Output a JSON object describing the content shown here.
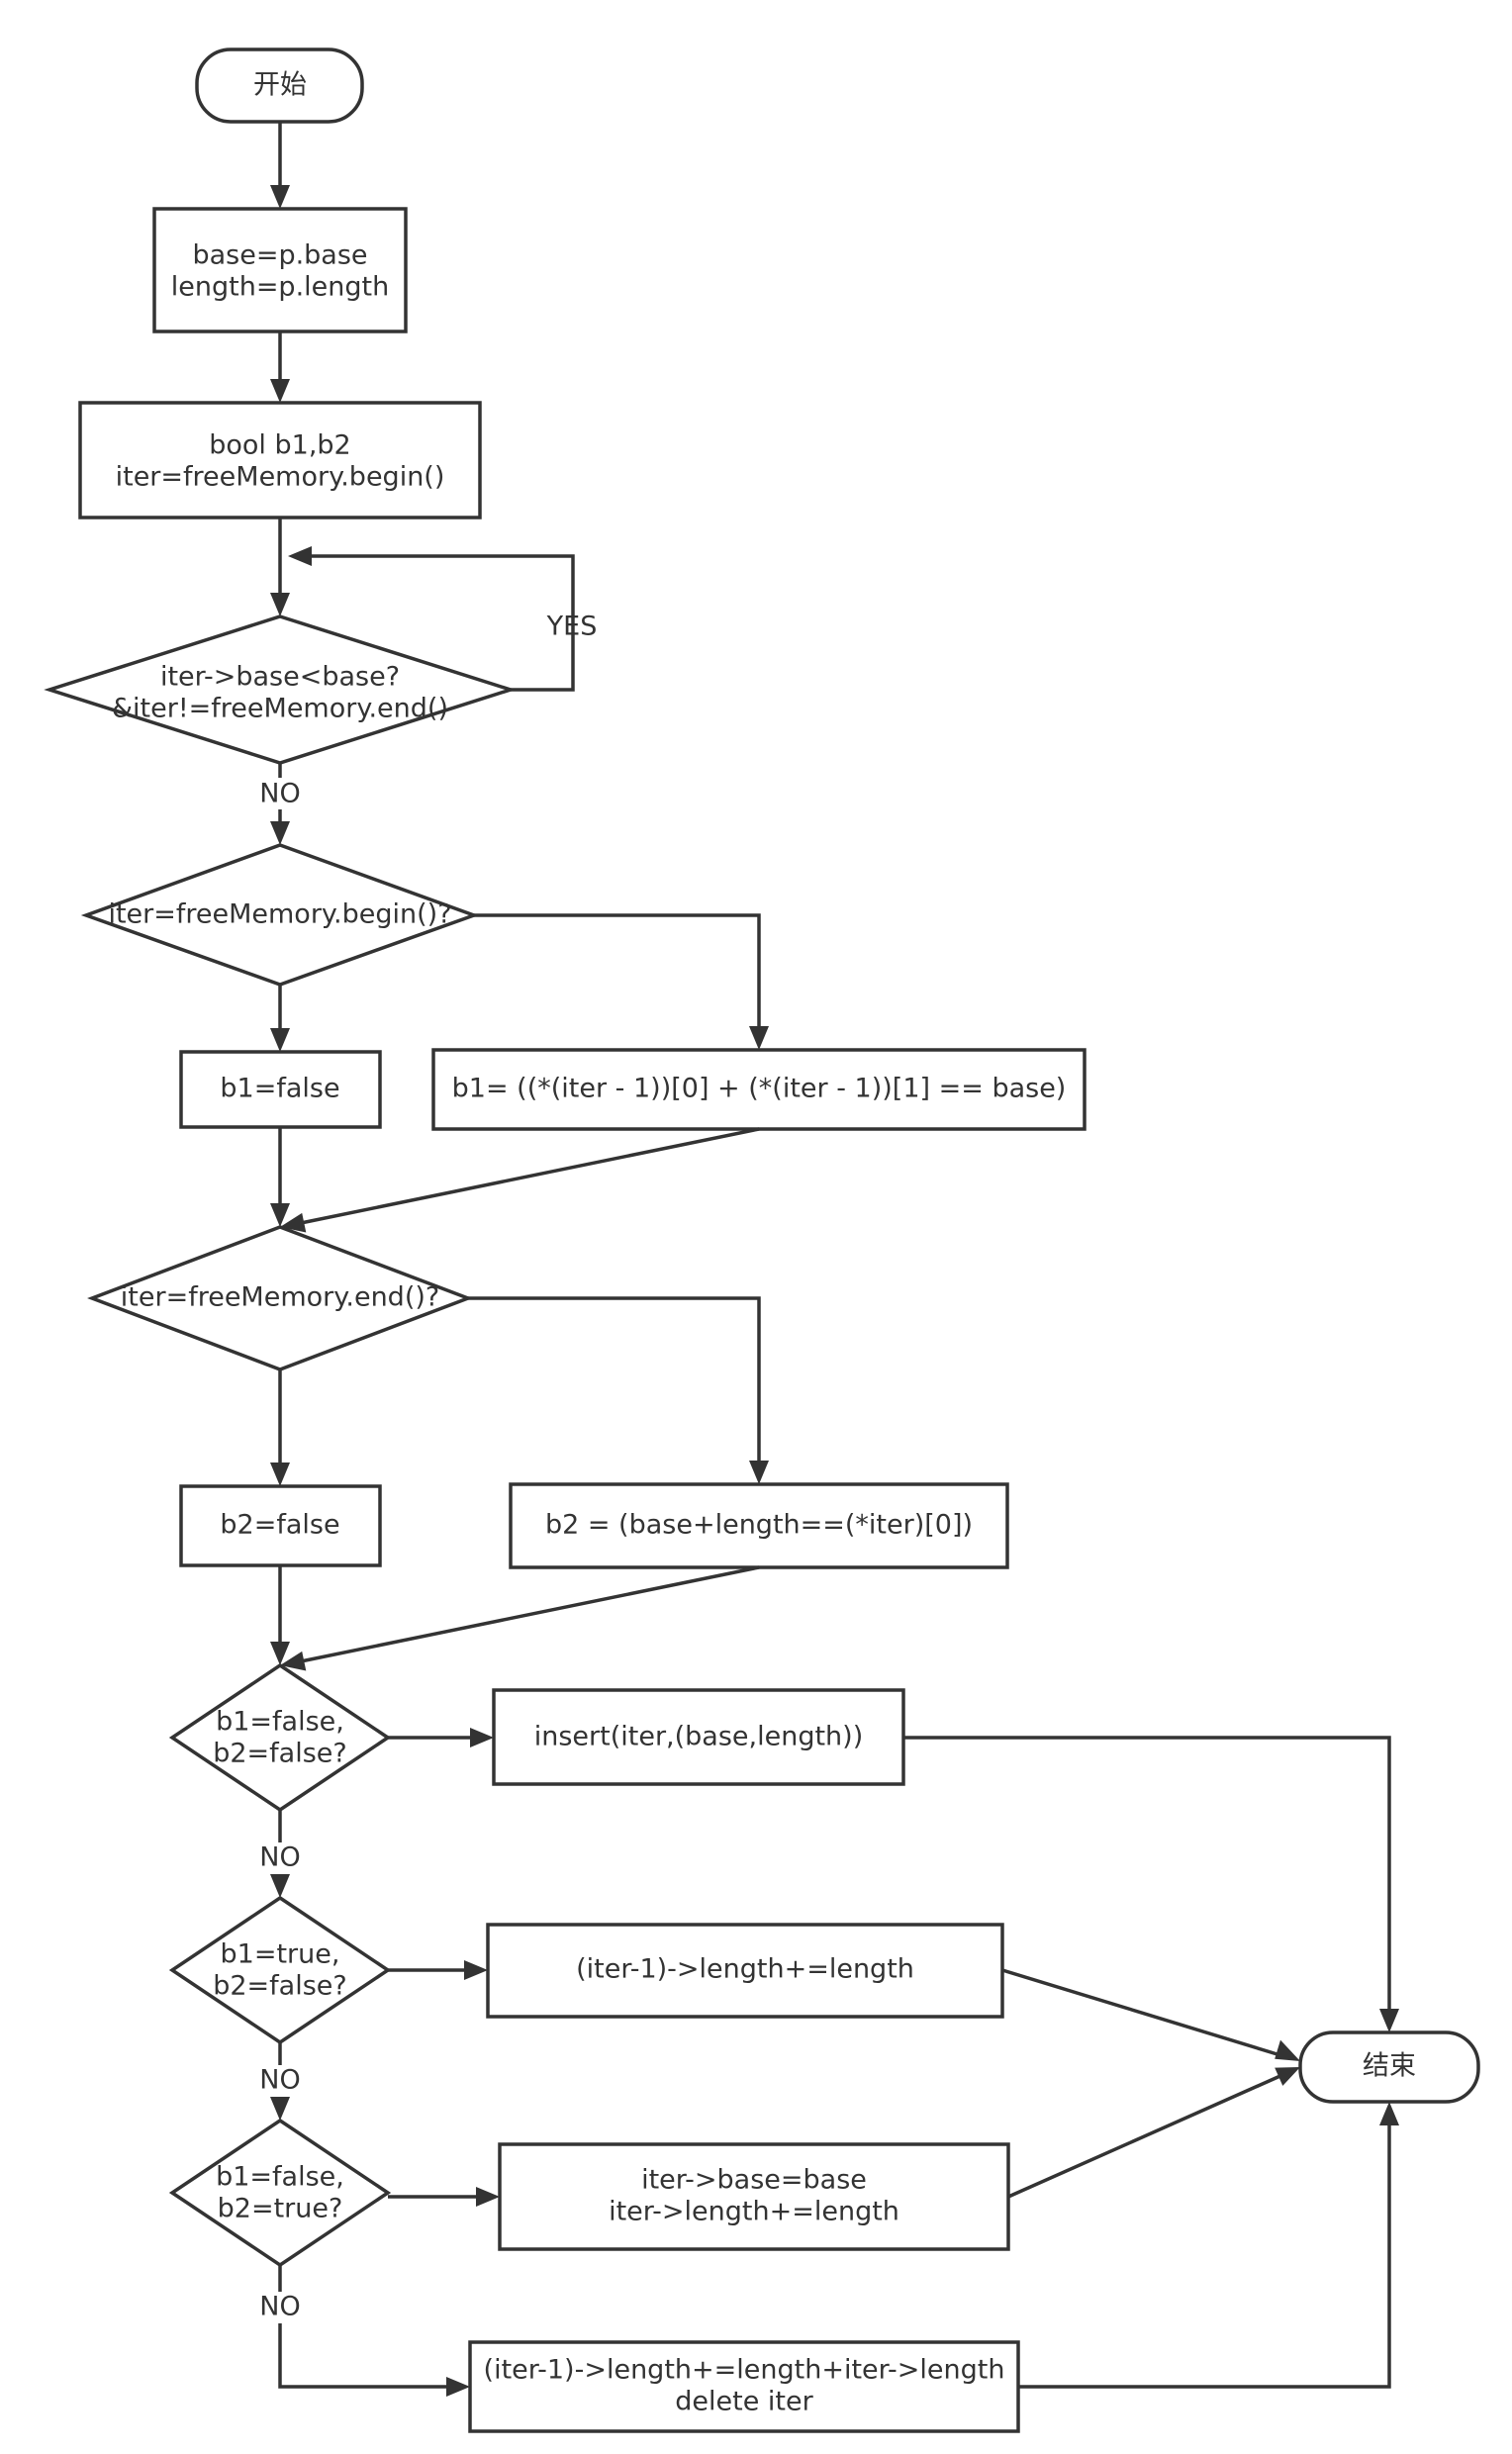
{
  "nodes": {
    "start": "开始",
    "init_base": [
      "base=p.base",
      "length=p.length"
    ],
    "init_iter": [
      "bool  b1,b2",
      "iter=freeMemory.begin()"
    ],
    "loop_check": [
      "iter->base<base?",
      "&iter!=freeMemory.end()"
    ],
    "check_begin": "iter=freeMemory.begin()?",
    "b1_false": "b1=false",
    "b1_compute": "b1=  ((*(iter - 1))[0] + (*(iter - 1))[1] == base)",
    "check_end": "iter=freeMemory.end()?",
    "b2_false": "b2=false",
    "b2_compute": "b2 = (base+length==(*iter)[0])",
    "cond_ff": [
      "b1=false,",
      "b2=false?"
    ],
    "insert": "insert(iter,(base,length))",
    "cond_tf": [
      "b1=true,",
      "b2=false?"
    ],
    "merge_prev": "(iter-1)->length+=length",
    "cond_ft": [
      "b1=false,",
      "b2=true?"
    ],
    "merge_next": [
      "iter->base=base",
      "iter->length+=length"
    ],
    "merge_both": [
      "(iter-1)->length+=length+iter->length",
      "delete iter"
    ],
    "end": "结束"
  },
  "edge_labels": {
    "loop_yes": "YES",
    "loop_no": "NO",
    "ff_no": "NO",
    "tf_no": "NO",
    "ft_no": "NO"
  },
  "colors": {
    "stroke": "#333333",
    "fill": "#ffffff",
    "text": "#333333"
  }
}
